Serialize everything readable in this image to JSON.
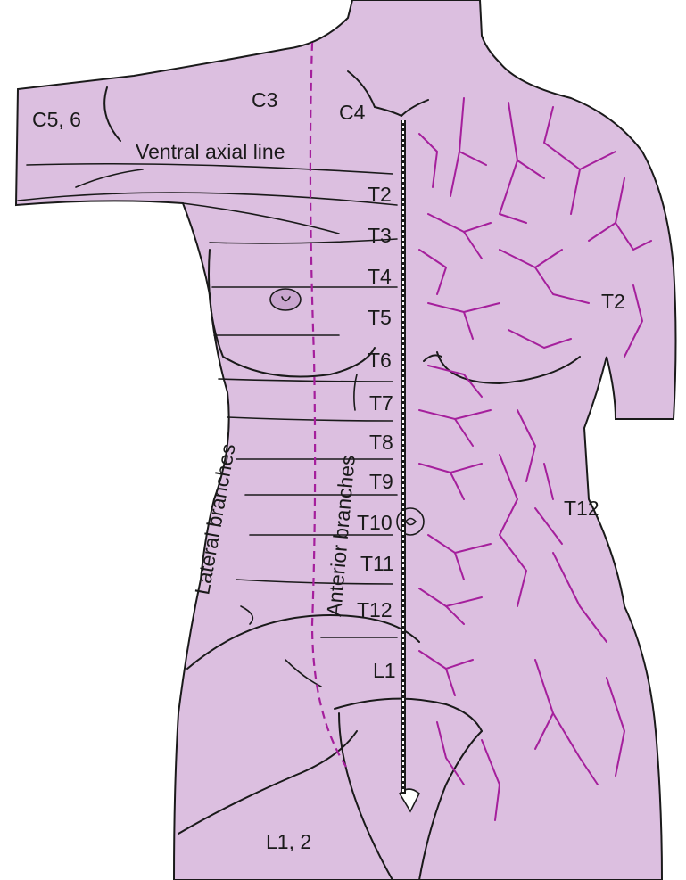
{
  "colors": {
    "skin_fill": "#dcbfe0",
    "nerve": "#a51f9c",
    "outline": "#1a1a1a",
    "background": "#ffffff"
  },
  "labels": {
    "c56": "C5, 6",
    "c3": "C3",
    "c4": "C4",
    "ventral_axial_line": "Ventral axial line",
    "t2_left": "T2",
    "t3": "T3",
    "t4": "T4",
    "t5": "T5",
    "t6": "T6",
    "t7": "T7",
    "t8": "T8",
    "t9": "T9",
    "t10": "T10",
    "t11": "T11",
    "t12_left": "T12",
    "l1": "L1",
    "l12": "L1, 2",
    "t2_right": "T2",
    "t12_right": "T12",
    "lateral_branches": "Lateral branches",
    "anterior_branches": "Anterior branches"
  }
}
